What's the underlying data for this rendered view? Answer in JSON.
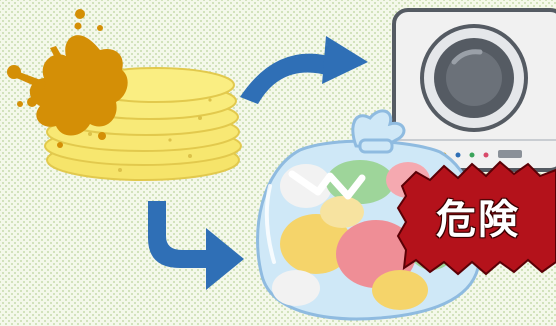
{
  "warning": {
    "text": "危険",
    "burst_color": "#b4121b",
    "text_color": "#ffffff"
  },
  "colors": {
    "towel": "#f7e66d",
    "oil_stain": "#d48f06",
    "arrow": "#2f6fb6",
    "washer_body": "#f1f1f1",
    "washer_drum": "#555b63",
    "garbage_bag": "#cfe8f7"
  },
  "icons": [
    "oil-stained-towels",
    "washing-machine",
    "garbage-bag",
    "arrow-icon"
  ]
}
